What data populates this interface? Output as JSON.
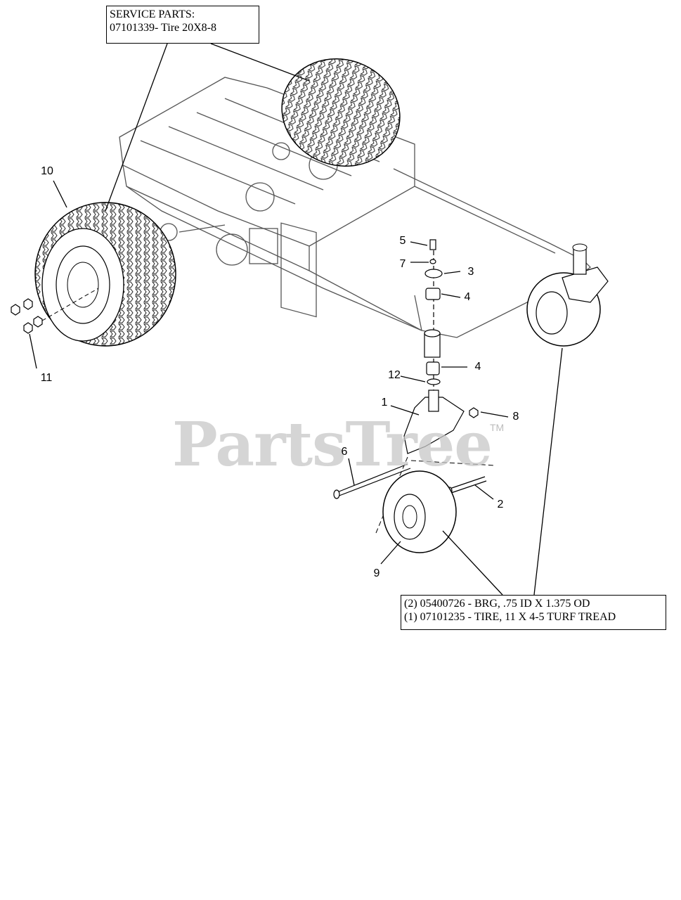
{
  "service_callout": {
    "line1": "SERVICE PARTS:",
    "line2": "07101339- Tire 20X8-8"
  },
  "bearing_callout": {
    "line1": "(2) 05400726 - BRG, .75 ID X 1.375 OD",
    "line2": "(1) 07101235 - TIRE, 11 X 4-5 TURF TREAD"
  },
  "part_labels": [
    "10",
    "11",
    "5",
    "7",
    "3",
    "4",
    "4",
    "12",
    "1",
    "8",
    "6",
    "2",
    "9"
  ],
  "watermark": {
    "text": "PartsTree",
    "tm": "TM"
  },
  "colors": {
    "line": "#000000",
    "frame": "#555555",
    "watermark": "#c8c8c8"
  }
}
